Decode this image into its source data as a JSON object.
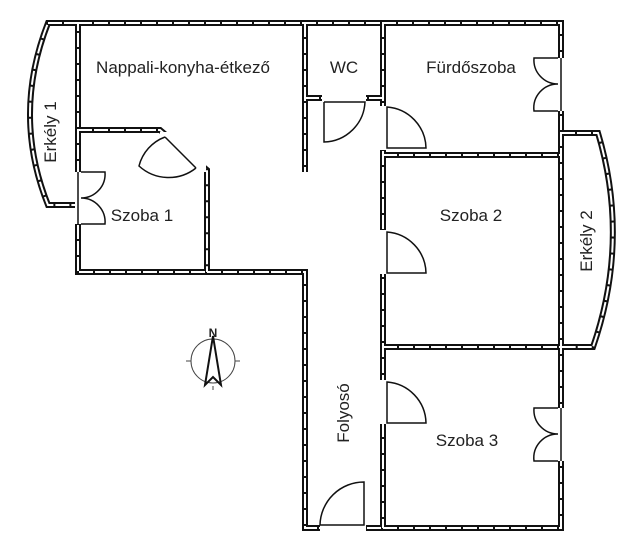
{
  "rooms": {
    "living": "Nappali-konyha-étkező",
    "wc": "WC",
    "bathroom": "Fürdőszoba",
    "room1": "Szoba 1",
    "room2": "Szoba 2",
    "room3": "Szoba 3",
    "balcony1": "Erkély 1",
    "balcony2": "Erkély 2",
    "corridor": "Folyosó"
  },
  "compass": {
    "north": "N"
  }
}
